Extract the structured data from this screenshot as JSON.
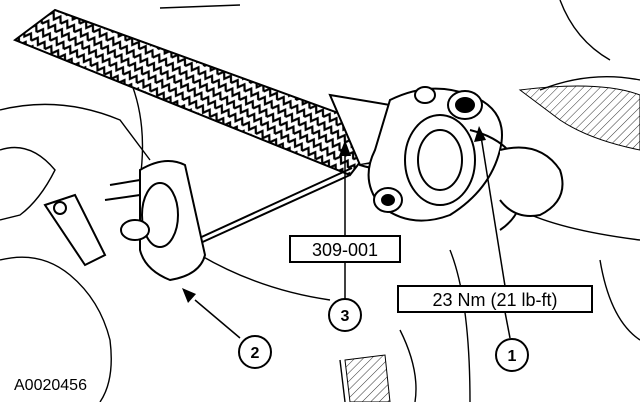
{
  "figure_id": "A0020456",
  "callouts": [
    {
      "number": "1"
    },
    {
      "number": "2"
    },
    {
      "number": "3"
    }
  ],
  "labels": {
    "tool": "309-001",
    "torque": "23 Nm (21 lb-ft)"
  },
  "colors": {
    "ink": "#000000",
    "paper": "#ffffff"
  }
}
